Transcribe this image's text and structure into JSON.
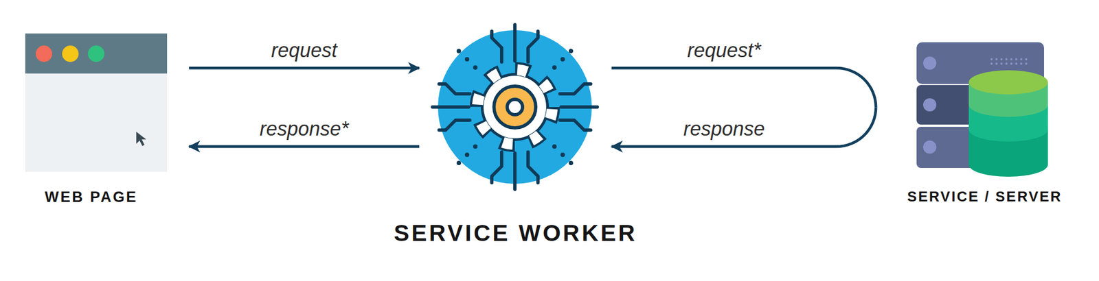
{
  "diagram": {
    "nodes": [
      {
        "text": [
          "WEB PAGE"
        ]
      },
      {
        "text": [
          "SERVICE WORKER"
        ]
      },
      {
        "text": [
          "SERVICE / SERVER"
        ]
      }
    ],
    "edges": [
      {
        "from": 0,
        "to": 1,
        "label": "request",
        "arrow": "to"
      },
      {
        "from": 1,
        "to": 0,
        "label": "response*",
        "arrow": "to"
      },
      {
        "from": 1,
        "to": 2,
        "label": "request*",
        "arrow": "none"
      },
      {
        "from": 2,
        "to": 1,
        "label": "response",
        "arrow": "to"
      }
    ]
  }
}
